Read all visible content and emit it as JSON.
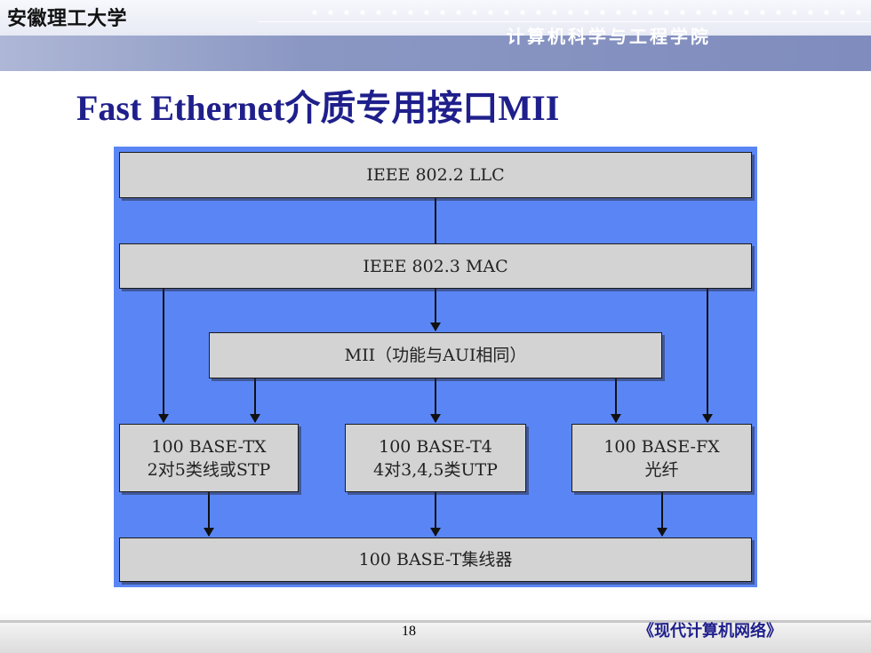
{
  "header": {
    "school": "安徽理工大学",
    "department": "计算机科学与工程学院"
  },
  "slide": {
    "title": "Fast Ethernet介质专用接口MII"
  },
  "diagram": {
    "llc": "IEEE 802.2 LLC",
    "mac": "IEEE 802.3 MAC",
    "mii": "MII（功能与AUI相同）",
    "tx": {
      "line1": "100 BASE-TX",
      "line2": "2对5类线或STP"
    },
    "t4": {
      "line1": "100 BASE-T4",
      "line2": "4对3,4,5类UTP"
    },
    "fx": {
      "line1": "100 BASE-FX",
      "line2": "光纤"
    },
    "hub": "100 BASE-T集线器"
  },
  "footer": {
    "page": "18",
    "book": "《现代计算机网络》"
  },
  "colors": {
    "diagram_background": "#5a86f5",
    "box_fill": "#d3d3d3",
    "title": "#1f1f8c"
  }
}
